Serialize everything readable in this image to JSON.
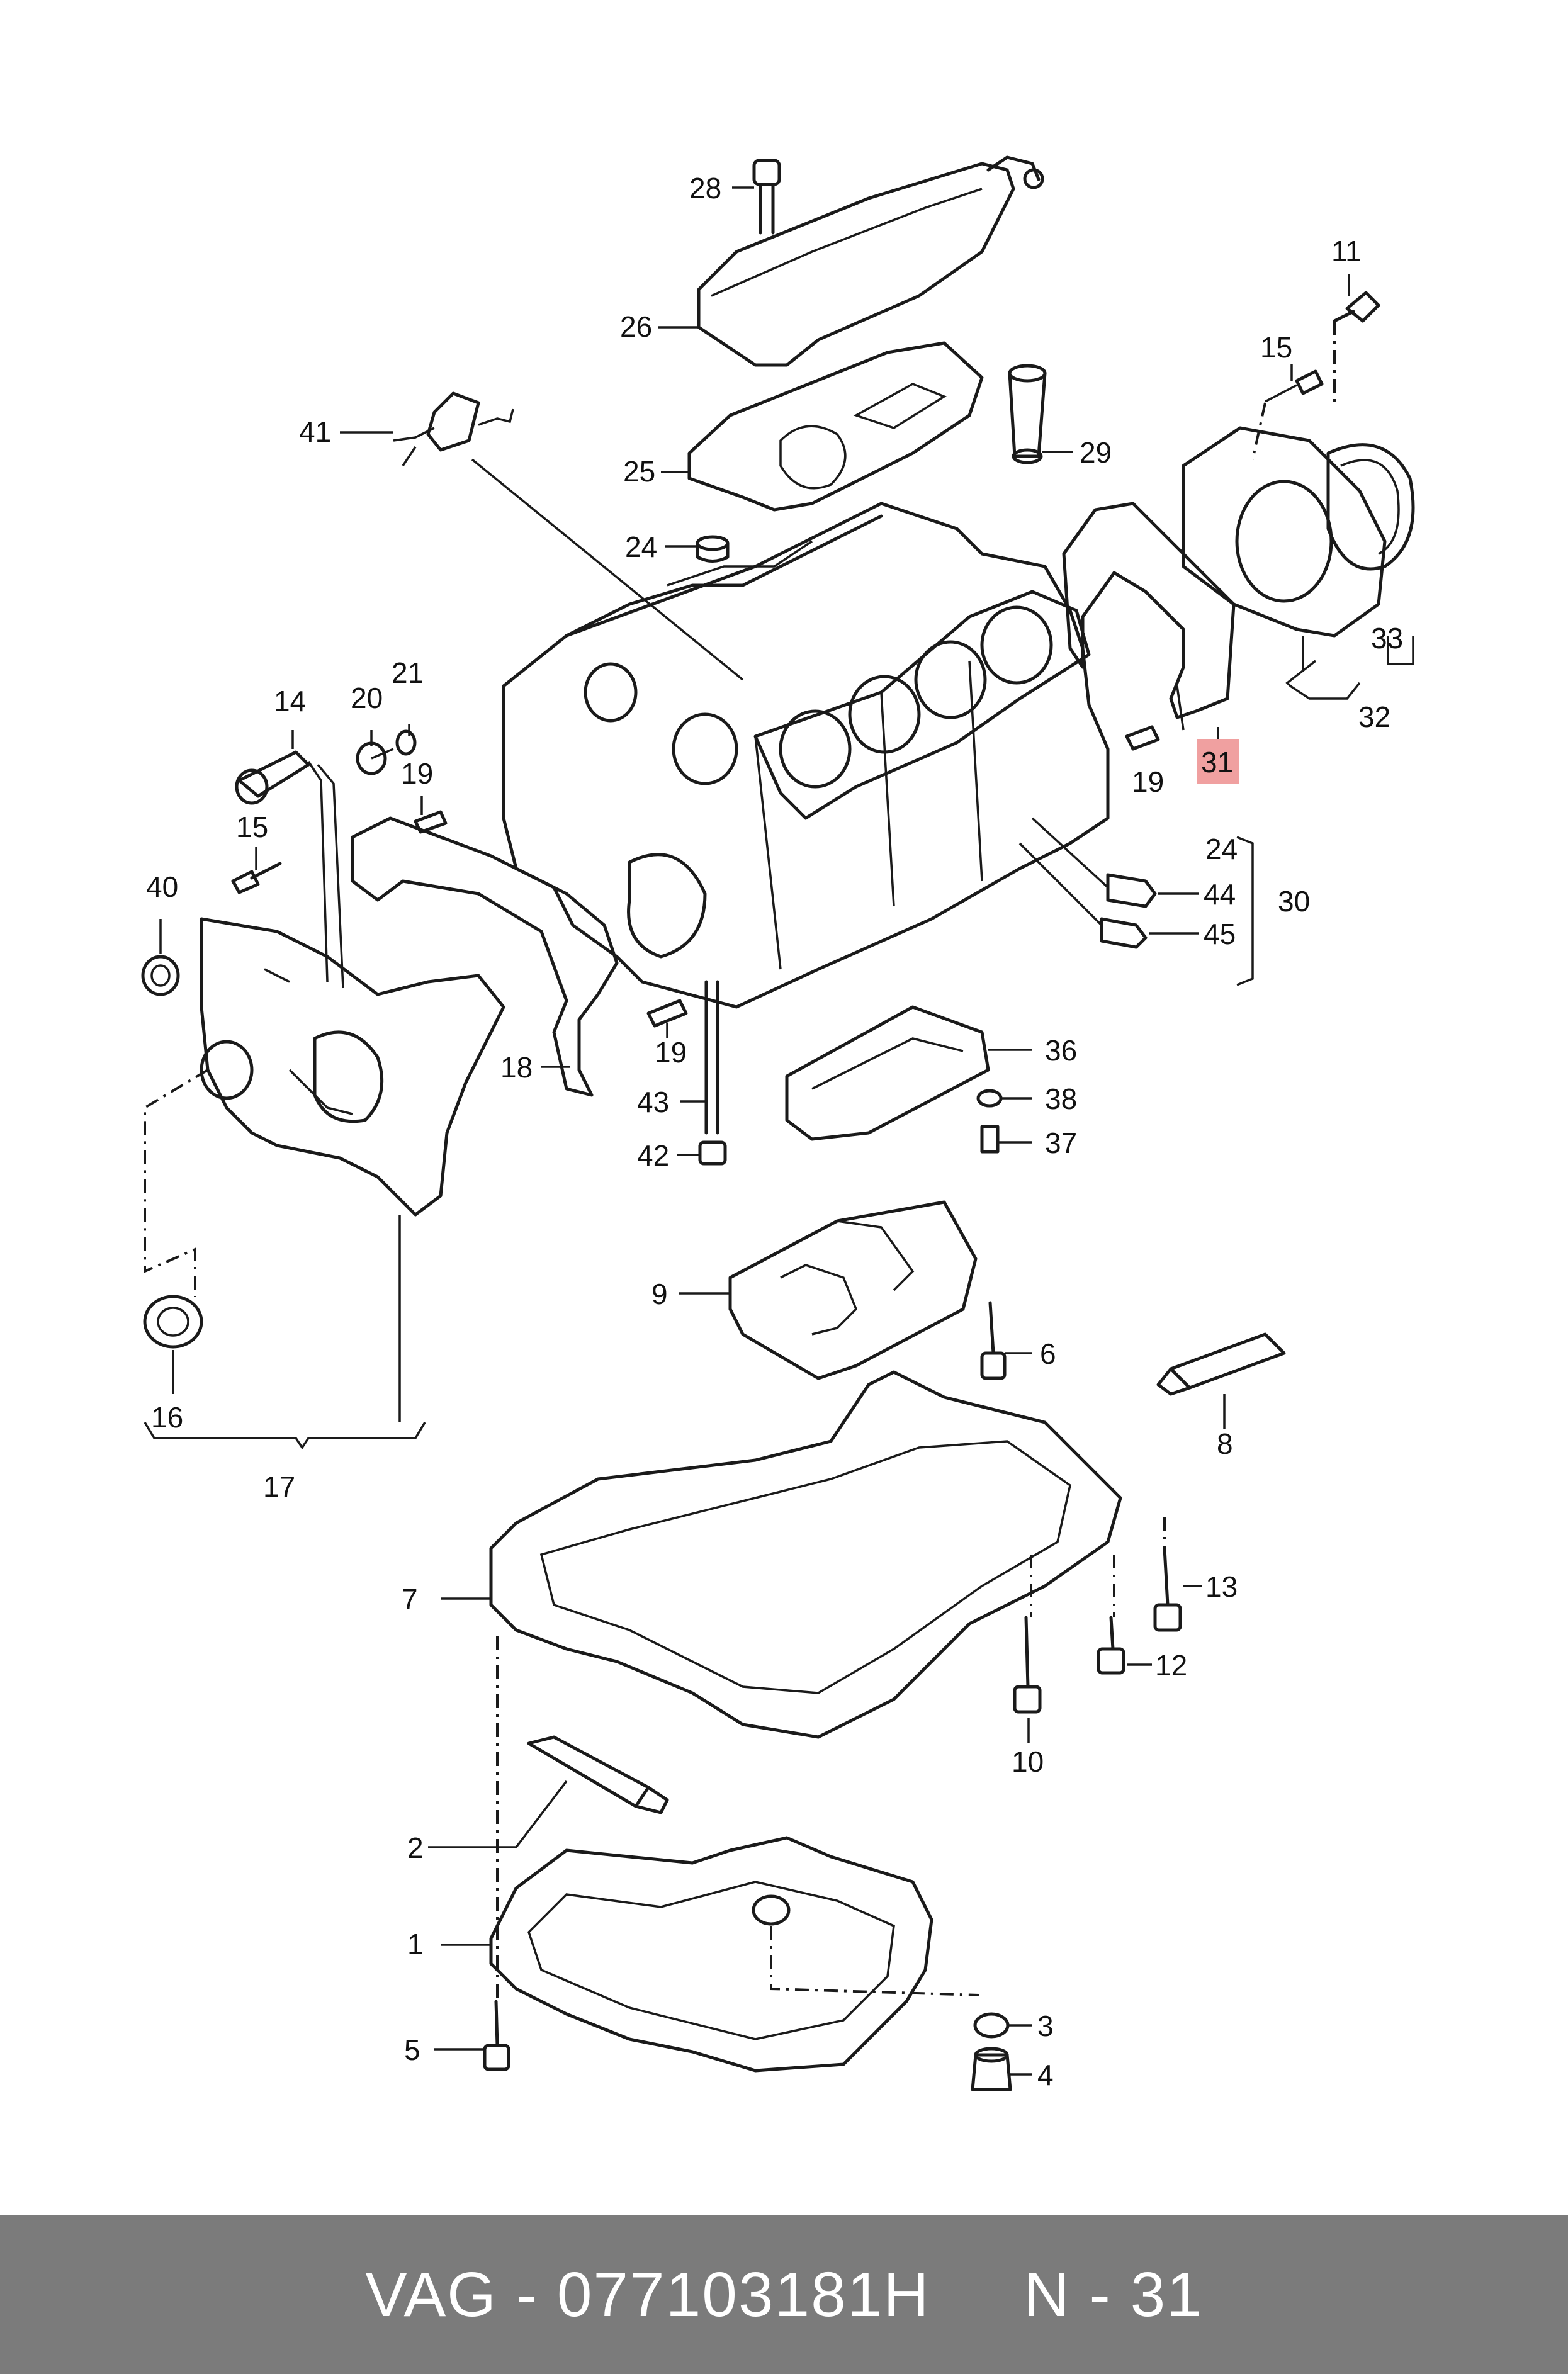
{
  "diagram": {
    "highlight_color": "#f0a0a0",
    "highlighted_label": "31",
    "labels": [
      {
        "id": "l28",
        "text": "28"
      },
      {
        "id": "l26",
        "text": "26"
      },
      {
        "id": "l11",
        "text": "11"
      },
      {
        "id": "l15a",
        "text": "15"
      },
      {
        "id": "l41",
        "text": "41"
      },
      {
        "id": "l29",
        "text": "29"
      },
      {
        "id": "l25",
        "text": "25"
      },
      {
        "id": "l24a",
        "text": "24"
      },
      {
        "id": "l33",
        "text": "33"
      },
      {
        "id": "l32",
        "text": "32"
      },
      {
        "id": "l21",
        "text": "21"
      },
      {
        "id": "l14",
        "text": "14"
      },
      {
        "id": "l20",
        "text": "20"
      },
      {
        "id": "l19a",
        "text": "19"
      },
      {
        "id": "l31",
        "text": "31"
      },
      {
        "id": "l19b",
        "text": "19"
      },
      {
        "id": "l15b",
        "text": "15"
      },
      {
        "id": "l24b",
        "text": "24"
      },
      {
        "id": "l44",
        "text": "44"
      },
      {
        "id": "l30",
        "text": "30"
      },
      {
        "id": "l40",
        "text": "40"
      },
      {
        "id": "l45",
        "text": "45"
      },
      {
        "id": "l19c",
        "text": "19"
      },
      {
        "id": "l18",
        "text": "18"
      },
      {
        "id": "l36",
        "text": "36"
      },
      {
        "id": "l43",
        "text": "43"
      },
      {
        "id": "l38",
        "text": "38"
      },
      {
        "id": "l37",
        "text": "37"
      },
      {
        "id": "l42",
        "text": "42"
      },
      {
        "id": "l9",
        "text": "9"
      },
      {
        "id": "l16",
        "text": "16"
      },
      {
        "id": "l6",
        "text": "6"
      },
      {
        "id": "l8",
        "text": "8"
      },
      {
        "id": "l17",
        "text": "17"
      },
      {
        "id": "l7",
        "text": "7"
      },
      {
        "id": "l13",
        "text": "13"
      },
      {
        "id": "l12",
        "text": "12"
      },
      {
        "id": "l10",
        "text": "10"
      },
      {
        "id": "l2",
        "text": "2"
      },
      {
        "id": "l1",
        "text": "1"
      },
      {
        "id": "l3",
        "text": "3"
      },
      {
        "id": "l5",
        "text": "5"
      },
      {
        "id": "l4",
        "text": "4"
      }
    ]
  },
  "footer": {
    "brand": "VAG",
    "separator": " - ",
    "part_number": "077103181H",
    "position": "N - 31",
    "background": "#7b7b7b"
  }
}
